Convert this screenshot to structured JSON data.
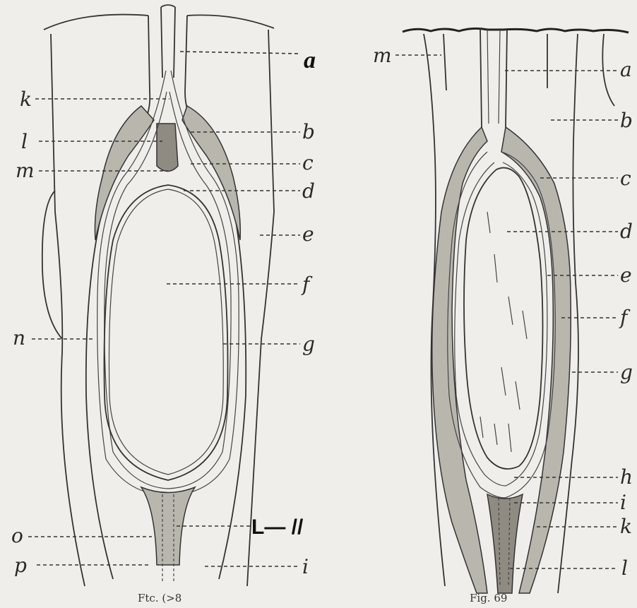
{
  "figure_left": {
    "caption": "Ftc. (>8",
    "labels": [
      "a",
      "k",
      "l",
      "m",
      "b",
      "c",
      "d",
      "e",
      "f",
      "n",
      "g",
      "o",
      "L— //",
      "p",
      "i"
    ]
  },
  "figure_right": {
    "caption": "Fig. 69",
    "labels": [
      "m",
      "a",
      "b",
      "c",
      "d",
      "e",
      "f",
      "g",
      "h",
      "i",
      "k",
      "l"
    ]
  }
}
